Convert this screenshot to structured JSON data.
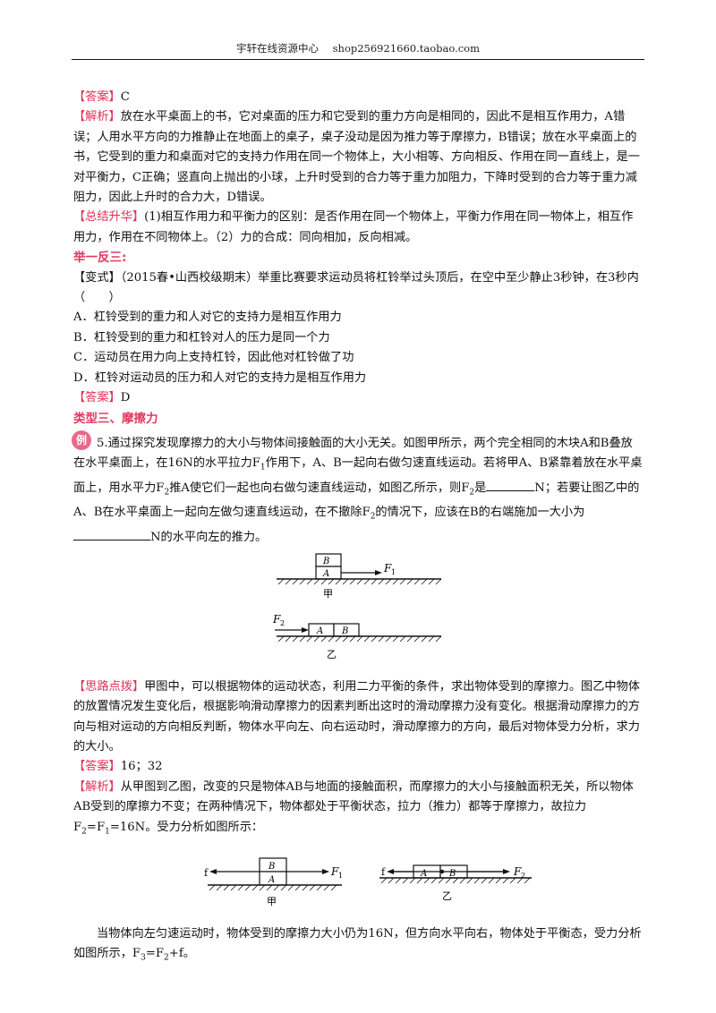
{
  "header": {
    "left": "宇轩在线资源中心",
    "right": "shop256921660.taobao.com"
  },
  "answer1": {
    "tag": "【答案】",
    "text": "C"
  },
  "analysis1": {
    "tag": "【解析】",
    "text": "放在水平桌面上的书，它对桌面的压力和它受到的重力方向是相同的，因此不是相互作用力，A错误；人用水平方向的力推静止在地面上的桌子，桌子没动是因为推力等于摩擦力，B错误；放在水平桌面上的书，它受到的重力和桌面对它的支持力作用在同一个物体上，大小相等、方向相反、作用在同一直线上，是一对平衡力，C正确；竖直向上抛出的小球，上升时受到的合力等于重力加阻力，下降时受到的合力等于重力减阻力，因此上升时的合力大，D错误。"
  },
  "summary": {
    "tag": "【总结升华】",
    "text": "(1)相互作用力和平衡力的区别：是否作用在同一个物体上，平衡力作用在同一物体上，相互作用力，作用在不同物体上。（2）力的合成：同向相加，反向相减。"
  },
  "practice_heading": "举一反三:",
  "variant": {
    "tag": "【变式】",
    "text": "（2015春•山西校级期末）举重比赛要求运动员将杠铃举过头顶后，在空中至少静止3秒钟，在3秒内（　　）",
    "options": [
      "A．杠铃受到的重力和人对它的支持力是相互作用力",
      "B．杠铃受到的重力和杠铃对人的压力是同一个力",
      "C．运动员在用力向上支持杠铃，因此他对杠铃做了功",
      "D．杠铃对运动员的压力和人对它的支持力是相互作用力"
    ]
  },
  "answer2": {
    "tag": "【答案】",
    "text": "D"
  },
  "section_heading": "类型三、摩擦力",
  "example_badge": "例",
  "question5": {
    "part1": "5.通过探究发现摩擦力的大小与物体间接触面的大小无关。如图甲所示，两个完全相同的木块A和B叠放在水平桌面上，在16N的水平拉力F",
    "sub1": "1",
    "part2": "作用下，A、B一起向右做匀速直线运动。若将甲A、B紧靠着放在水平桌面上，用水平力F",
    "sub2": "2",
    "part3": "推A使它们一起也向右做匀速直线运动，如图乙所示，则F",
    "sub3": "2",
    "part4": "是",
    "part5": "N；若要让图乙中的A、B在水平桌面上一起向左做匀速直线运动，在不撤除F",
    "sub4": "2",
    "part6": "的情况下，应该在B的右端施加一大小为",
    "part7": "N的水平向左的推力。"
  },
  "figure1": {
    "labelA": "A",
    "labelB": "B",
    "force1": "F",
    "force1_sub": "1",
    "caption1": "甲",
    "force2": "F",
    "force2_sub": "2",
    "caption2": "乙"
  },
  "hint": {
    "tag": "【思路点拨】",
    "text": "甲图中，可以根据物体的运动状态，利用二力平衡的条件，求出物体受到的摩擦力。图乙中物体的放置情况发生变化后，根据影响滑动摩擦力的因素判断出这时的滑动摩擦力没有变化。根据滑动摩擦力的方向与相对运动的方向相反判断，物体水平向左、向右运动时，滑动摩擦力的方向，最后对物体受力分析，求力的大小。"
  },
  "answer3": {
    "tag": "【答案】",
    "text": "16；32"
  },
  "analysis3": {
    "tag": "【解析】",
    "part1": "从甲图到乙图，改变的只是物体AB与地面的接触面积，而摩擦力的大小与接触面积无关，所以物体AB受到的摩擦力不变；在两种情况下，物体都处于平衡状态，拉力（推力）都等于摩擦力，故拉力F",
    "sub1": "2",
    "part2": "=F",
    "sub2": "1",
    "part3": "=16N。受力分析如图所示："
  },
  "figure2": {
    "f": "f",
    "labelA": "A",
    "labelB": "B",
    "F1": "F",
    "F1_sub": "1",
    "caption1": "甲",
    "F2": "F",
    "F2_sub": "2",
    "caption2": "乙"
  },
  "final": {
    "part1": "当物体向左匀速运动时，物体受到的摩擦力大小仍为16N，但方向水平向右，物体处于平衡态，受力分析如图所示，F",
    "sub1": "3",
    "part2": "=F",
    "sub2": "2",
    "part3": "+f。"
  }
}
